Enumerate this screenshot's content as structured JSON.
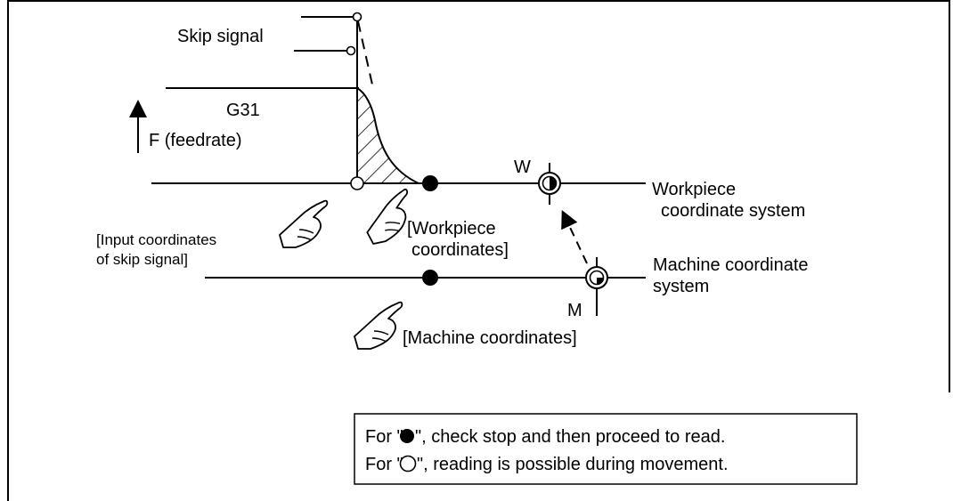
{
  "labels": {
    "skip_signal": "Skip signal",
    "g31": "G31",
    "feedrate": "F (feedrate)",
    "w_marker": "W",
    "m_marker": "M",
    "workpiece_cs_line1": "Workpiece",
    "workpiece_cs_line2": "coordinate system",
    "machine_cs_line1": "Machine coordinate",
    "machine_cs_line2": "system",
    "input_coords_line1": "[Input coordinates",
    "input_coords_line2": "of skip signal]",
    "workpiece_coords_line1": "[Workpiece",
    "workpiece_coords_line2": "coordinates]",
    "machine_coords": "[Machine coordinates]"
  },
  "note": {
    "line1_prefix": "For \"",
    "line1_suffix": "\", check stop and then proceed to read.",
    "line2_prefix": "For \"",
    "line2_suffix": "\", reading is possible during movement."
  },
  "icons": {
    "filled_dot": "filled-circle-icon",
    "open_dot": "open-circle-icon",
    "origin": "coordinate-origin-icon",
    "pointer": "pointing-hand-icon"
  },
  "colors": {
    "ink": "#000000",
    "background": "#ffffff"
  }
}
